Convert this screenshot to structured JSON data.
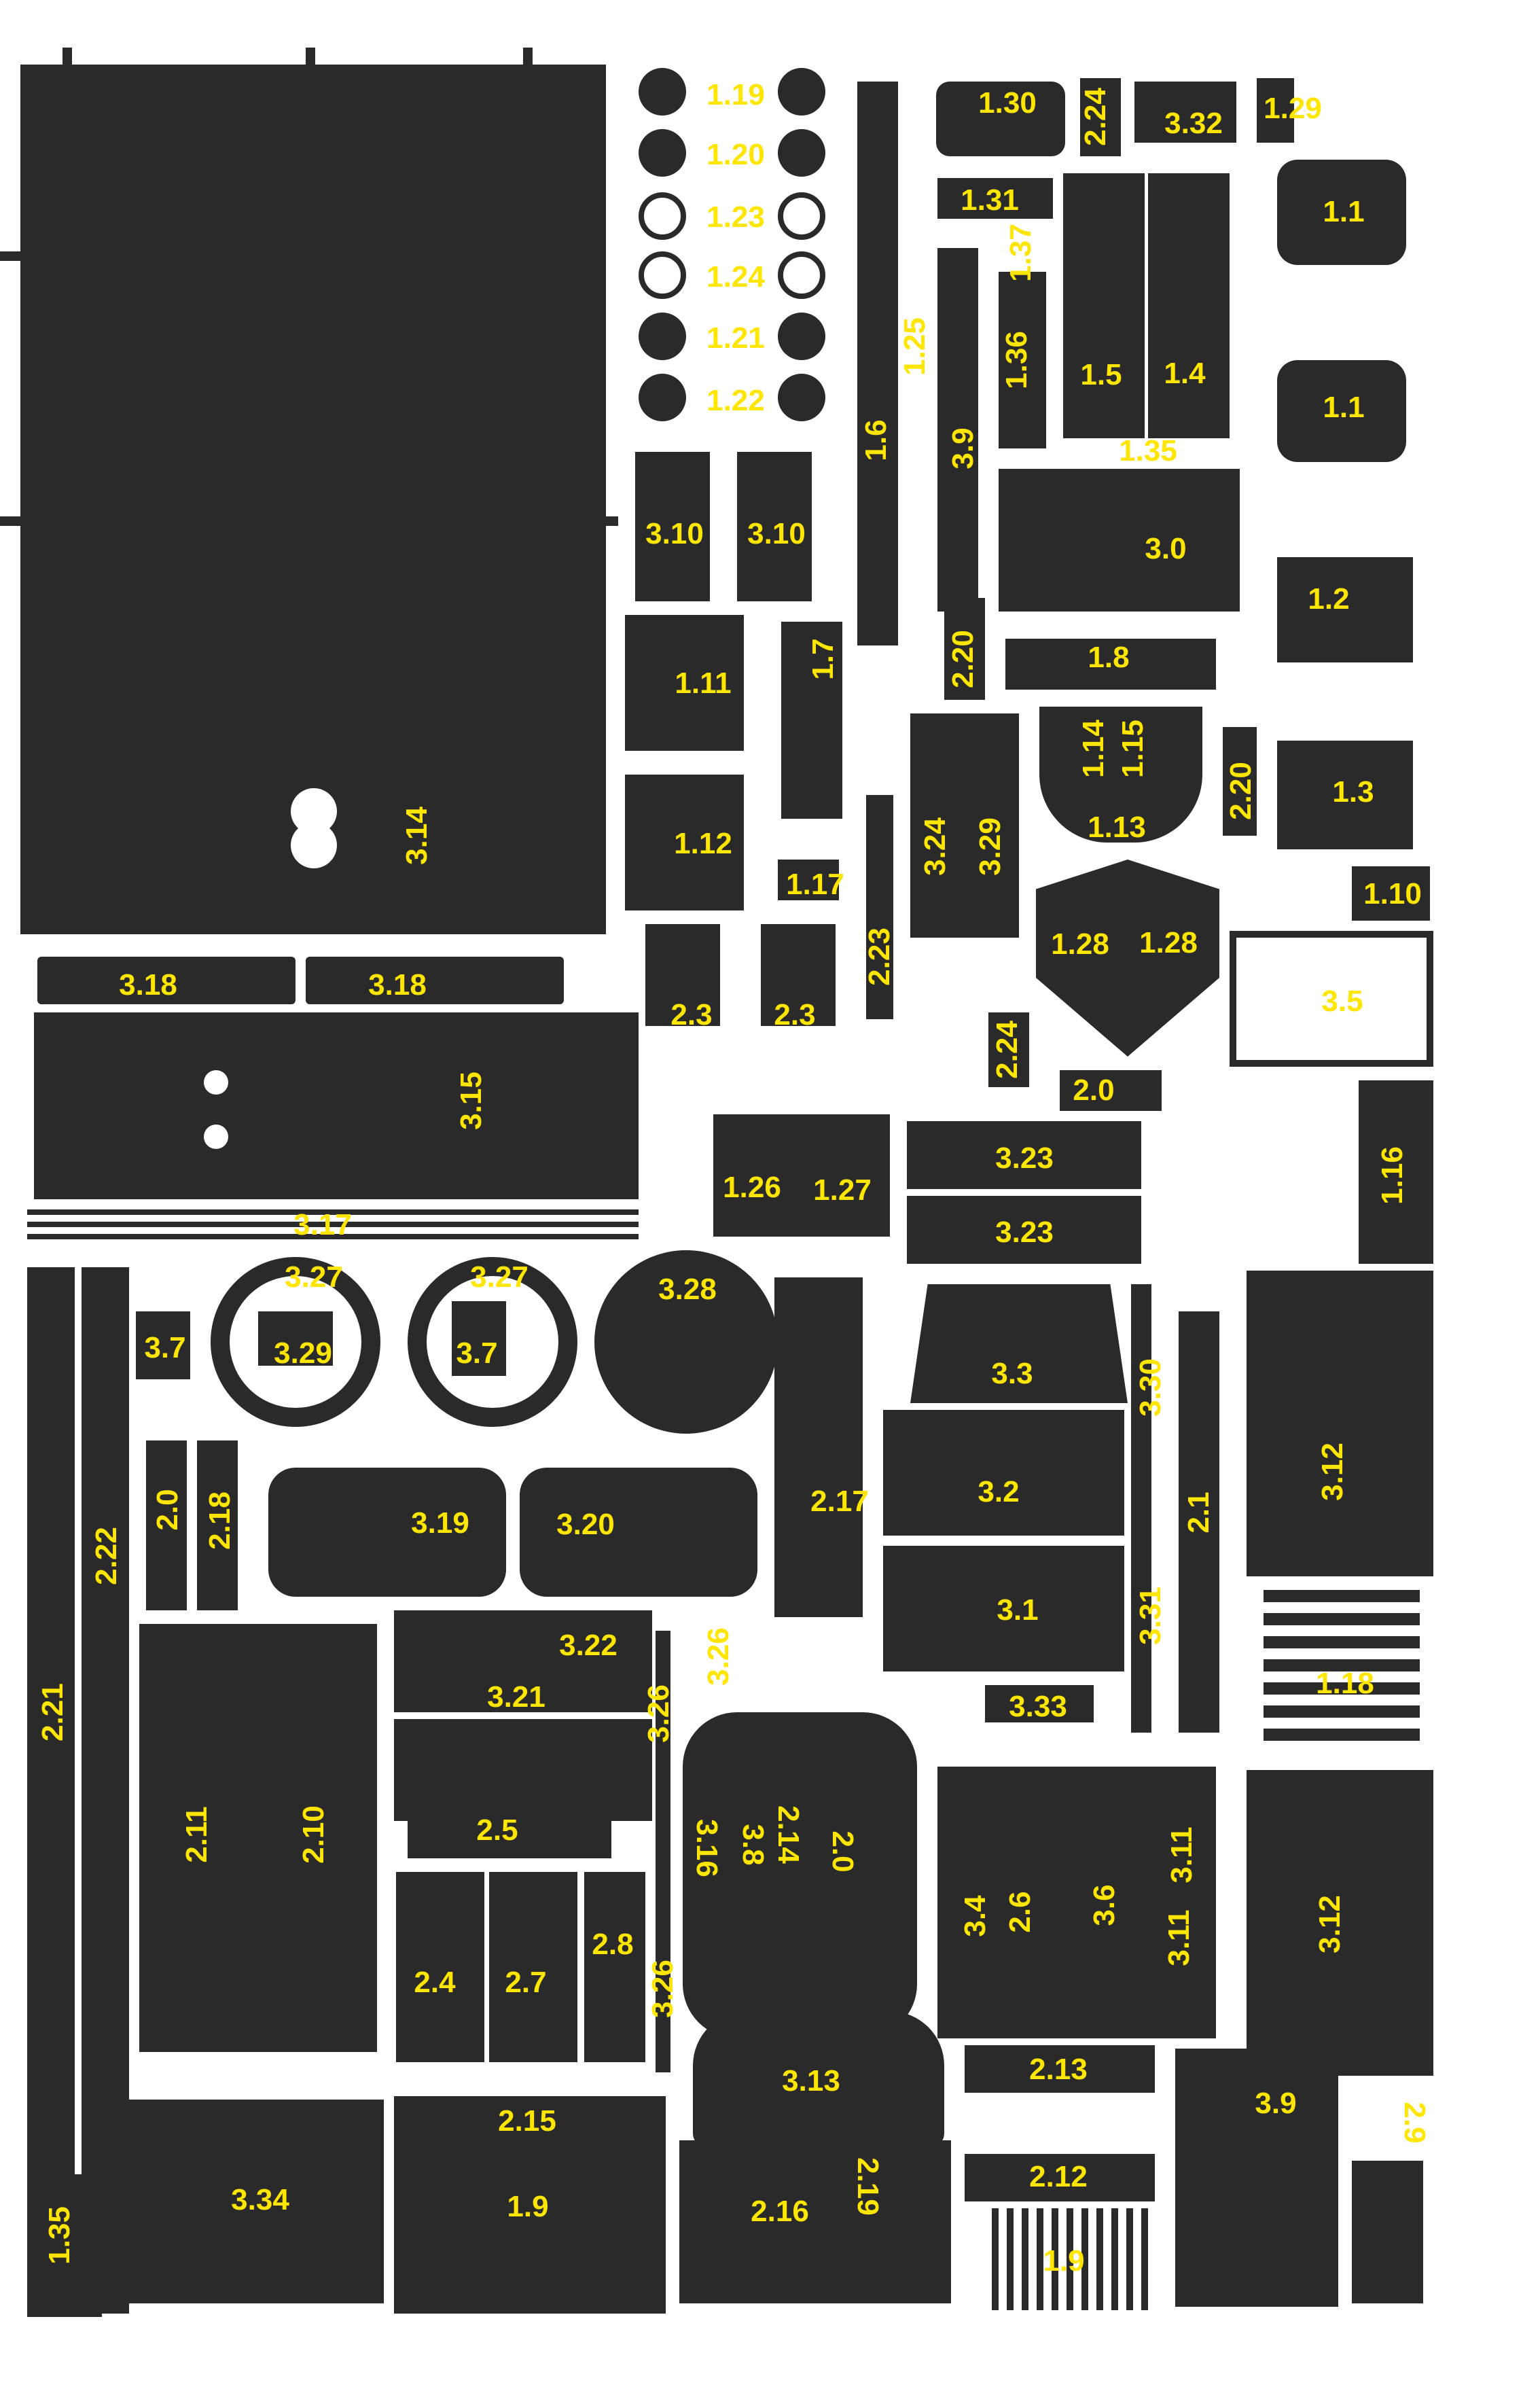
{
  "sheet": {
    "ink_color": "#2a2a2a",
    "label_color": "#ffe600",
    "background": "#ffffff"
  },
  "labels": {
    "p3_14": "3.14",
    "p3_18a": "3.18",
    "p3_18b": "3.18",
    "p3_15": "3.15",
    "p3_17": "3.17",
    "p3_27a": "3.27",
    "p3_27b": "3.27",
    "p3_28": "3.28",
    "p3_7a": "3.7",
    "p3_29": "3.29",
    "p3_7b": "3.7",
    "p2_0a": "2.0",
    "p2_18": "2.18",
    "p2_22": "2.22",
    "p2_21": "2.21",
    "p3_19": "3.19",
    "p3_20": "3.20",
    "p3_22": "3.22",
    "p3_21": "3.21",
    "p3_26a": "3.26",
    "p3_26b": "3.26",
    "p3_26c": "3.26",
    "p2_11": "2.11",
    "p2_10": "2.10",
    "p2_5": "2.5",
    "p2_4": "2.4",
    "p2_7": "2.7",
    "p2_8": "2.8",
    "p3_16": "3.16",
    "p3_8": "3.8",
    "p2_14": "2.14",
    "p2_0b": "2.0",
    "p3_13": "3.13",
    "p2_15": "2.15",
    "p1_9a": "1.9",
    "p3_34": "3.34",
    "p1_35a": "1.35",
    "p2_16": "2.16",
    "p2_19": "2.19",
    "p1_19": "1.19",
    "p1_20": "1.20",
    "p1_23": "1.23",
    "p1_24": "1.24",
    "p1_21": "1.21",
    "p1_22": "1.22",
    "p3_10a": "3.10",
    "p3_10b": "3.10",
    "p1_11": "1.11",
    "p1_7": "1.7",
    "p1_12": "1.12",
    "p1_17": "1.17",
    "p2_3a": "2.3",
    "p2_3b": "2.3",
    "p1_26": "1.26",
    "p1_27": "1.27",
    "p1_25": "1.25",
    "p1_6": "1.6",
    "p3_9a": "3.9",
    "p2_23": "2.23",
    "p1_30": "1.30",
    "p1_31": "1.31",
    "p1_37": "1.37",
    "p1_36": "1.36",
    "p2_20a": "2.20",
    "p3_24": "3.24",
    "p3_29b": "3.29",
    "p2_24a": "2.24",
    "p2_24b": "2.24",
    "p1_5": "1.5",
    "p1_4": "1.4",
    "p3_32": "3.32",
    "p1_35b": "1.35",
    "p3_0": "3.0",
    "p1_8": "1.8",
    "p1_14": "1.14",
    "p1_15": "1.15",
    "p1_13": "1.13",
    "p2_20b": "2.20",
    "p1_28a": "1.28",
    "p1_28b": "1.28",
    "p2_0c": "2.0",
    "p3_23a": "3.23",
    "p3_23b": "3.23",
    "p3_3": "3.3",
    "p3_30": "3.30",
    "p2_17": "2.17",
    "p3_2": "3.2",
    "p2_1": "2.1",
    "p3_1": "3.1",
    "p3_31": "3.31",
    "p3_33": "3.33",
    "p1_29": "1.29",
    "p1_1a": "1.1",
    "p1_1b": "1.1",
    "p1_2": "1.2",
    "p1_3": "1.3",
    "p1_10": "1.10",
    "p3_5": "3.5",
    "p1_16": "1.16",
    "p3_12a": "3.12",
    "p1_18": "1.18",
    "p3_12b": "3.12",
    "p3_4": "3.4",
    "p2_6": "2.6",
    "p3_6": "3.6",
    "p3_11a": "3.11",
    "p3_11b": "3.11",
    "p2_13": "2.13",
    "p2_12": "2.12",
    "p1_9b": "1.9",
    "p3_9b": "3.9",
    "p2_9": "2.9"
  }
}
